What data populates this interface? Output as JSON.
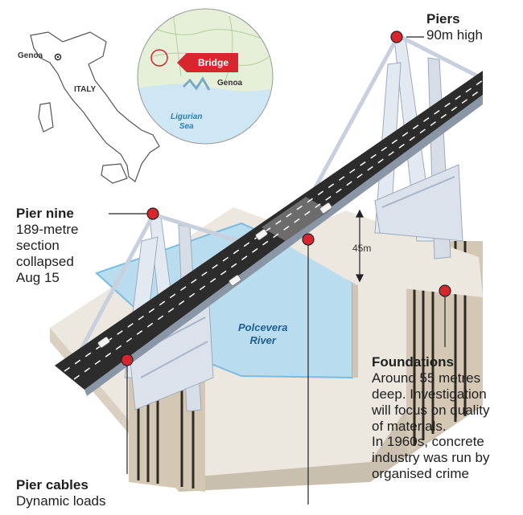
{
  "map": {
    "city": "Genoa",
    "country": "ITALY"
  },
  "inset": {
    "bridge_tag": "Bridge",
    "city": "Genoa",
    "sea_line1": "Ligurian",
    "sea_line2": "Sea"
  },
  "piers": {
    "title": "Piers",
    "body": "90m high"
  },
  "pier_nine": {
    "title": "Pier nine",
    "lines": [
      "189-metre",
      "section",
      "collapsed",
      "Aug 15"
    ]
  },
  "height": {
    "label": "45m"
  },
  "river": {
    "line1": "Polcevera",
    "line2": "River"
  },
  "foundations": {
    "title": "Foundations",
    "lines": [
      "Around 55 metres",
      "deep. Investigation",
      "will focus on quality",
      "of materials.",
      "In 1960s, concrete",
      "industry was run by",
      "organised crime"
    ]
  },
  "pier_cables": {
    "title": "Pier cables",
    "body": "Dynamic loads"
  },
  "colors": {
    "marker": "#d7262e",
    "river": "#b9dcef",
    "river_edge": "#7cbbe0",
    "ground_top": "#ece7df",
    "ground_side": "#d9d0c2",
    "ground_dark": "#c4b8a6",
    "road": "#2c2c2c",
    "pier": "#e3e9f1",
    "pier_shadow": "#b7c3d1"
  }
}
